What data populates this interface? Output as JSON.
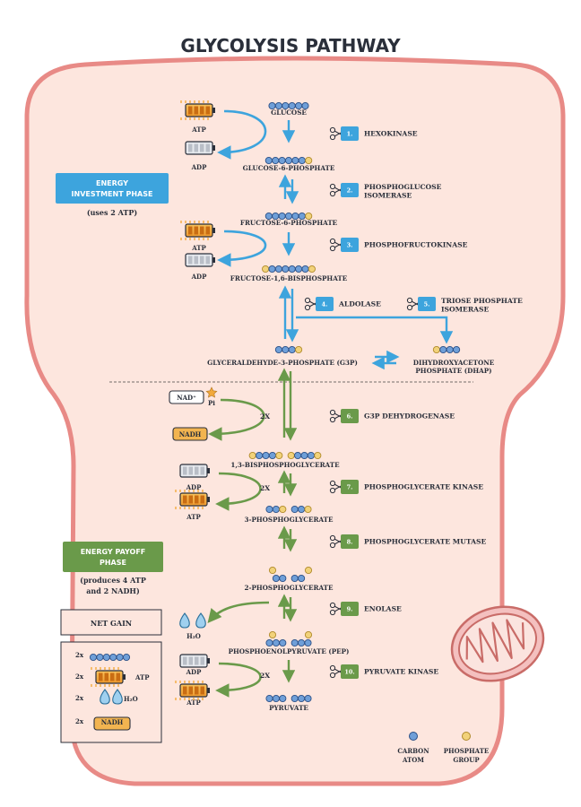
{
  "title": "GLYCOLYSIS PATHWAY",
  "colors": {
    "cell_fill": "#fde6de",
    "cell_stroke": "#e88a86",
    "investment_accent": "#3da4dd",
    "payoff_accent": "#6a9a4a",
    "carbon": "#6f9fd8",
    "phosphate": "#f2d27a",
    "atp_orange": "#f2a93b",
    "adp_grey": "#e6e9ee"
  },
  "phases": {
    "investment": {
      "label_line1": "ENERGY",
      "label_line2": "INVESTMENT PHASE",
      "sub": "(uses 2 ATP)"
    },
    "payoff": {
      "label_line1": "ENERGY PAYOFF",
      "label_line2": "PHASE",
      "sub_line1": "(produces 4 ATP",
      "sub_line2": "and 2 NADH)"
    }
  },
  "molecules": {
    "glucose": "GLUCOSE",
    "g6p": "GLUCOSE-6-PHOSPHATE",
    "f6p": "FRUCTOSE-6-PHOSPHATE",
    "f16bp": "FRUCTOSE-1,6-BISPHOSPHATE",
    "g3p": "GLYCERALDEHYDE-3-PHOSPHATE (G3P)",
    "dhap_line1": "DIHYDROXYACETONE",
    "dhap_line2": "PHOSPHATE (DHAP)",
    "bpg13": "1,3-BISPHOSPHOGLYCERATE",
    "pg3": "3-PHOSPHOGLYCERATE",
    "pg2": "2-PHOSPHOGLYCERATE",
    "pep": "PHOSPHOENOLPYRUVATE (PEP)",
    "pyruvate": "PYRUVATE"
  },
  "enzymes": [
    {
      "num": "1.",
      "line1": "HEXOKINASE",
      "line2": ""
    },
    {
      "num": "2.",
      "line1": "PHOSPHOGLUCOSE",
      "line2": "ISOMERASE"
    },
    {
      "num": "3.",
      "line1": "PHOSPHOFRUCTOKINASE",
      "line2": ""
    },
    {
      "num": "4.",
      "line1": "ALDOLASE",
      "line2": ""
    },
    {
      "num": "5.",
      "line1": "TRIOSE PHOSPHATE",
      "line2": "ISOMERASE"
    },
    {
      "num": "6.",
      "line1": "G3P DEHYDROGENASE",
      "line2": ""
    },
    {
      "num": "7.",
      "line1": "PHOSPHOGLYCERATE KINASE",
      "line2": ""
    },
    {
      "num": "8.",
      "line1": "PHOSPHOGLYCERATE MUTASE",
      "line2": ""
    },
    {
      "num": "9.",
      "line1": "ENOLASE",
      "line2": ""
    },
    {
      "num": "10.",
      "line1": "PYRUVATE KINASE",
      "line2": ""
    }
  ],
  "cofactors": {
    "atp": "ATP",
    "adp": "ADP",
    "nad": "NAD⁺",
    "pi": "Pi",
    "nadh": "NADH",
    "h2o": "H₂O",
    "two_x": "2X"
  },
  "net_gain": {
    "title": "NET GAIN",
    "rows": [
      {
        "mult": "2x",
        "label": ""
      },
      {
        "mult": "2x",
        "label": "ATP"
      },
      {
        "mult": "2x",
        "label": "H₂O"
      },
      {
        "mult": "2x",
        "label": "NADH"
      }
    ]
  },
  "legend": {
    "carbon_line1": "CARBON",
    "carbon_line2": "ATOM",
    "phosphate_line1": "PHOSPHATE",
    "phosphate_line2": "GROUP"
  }
}
